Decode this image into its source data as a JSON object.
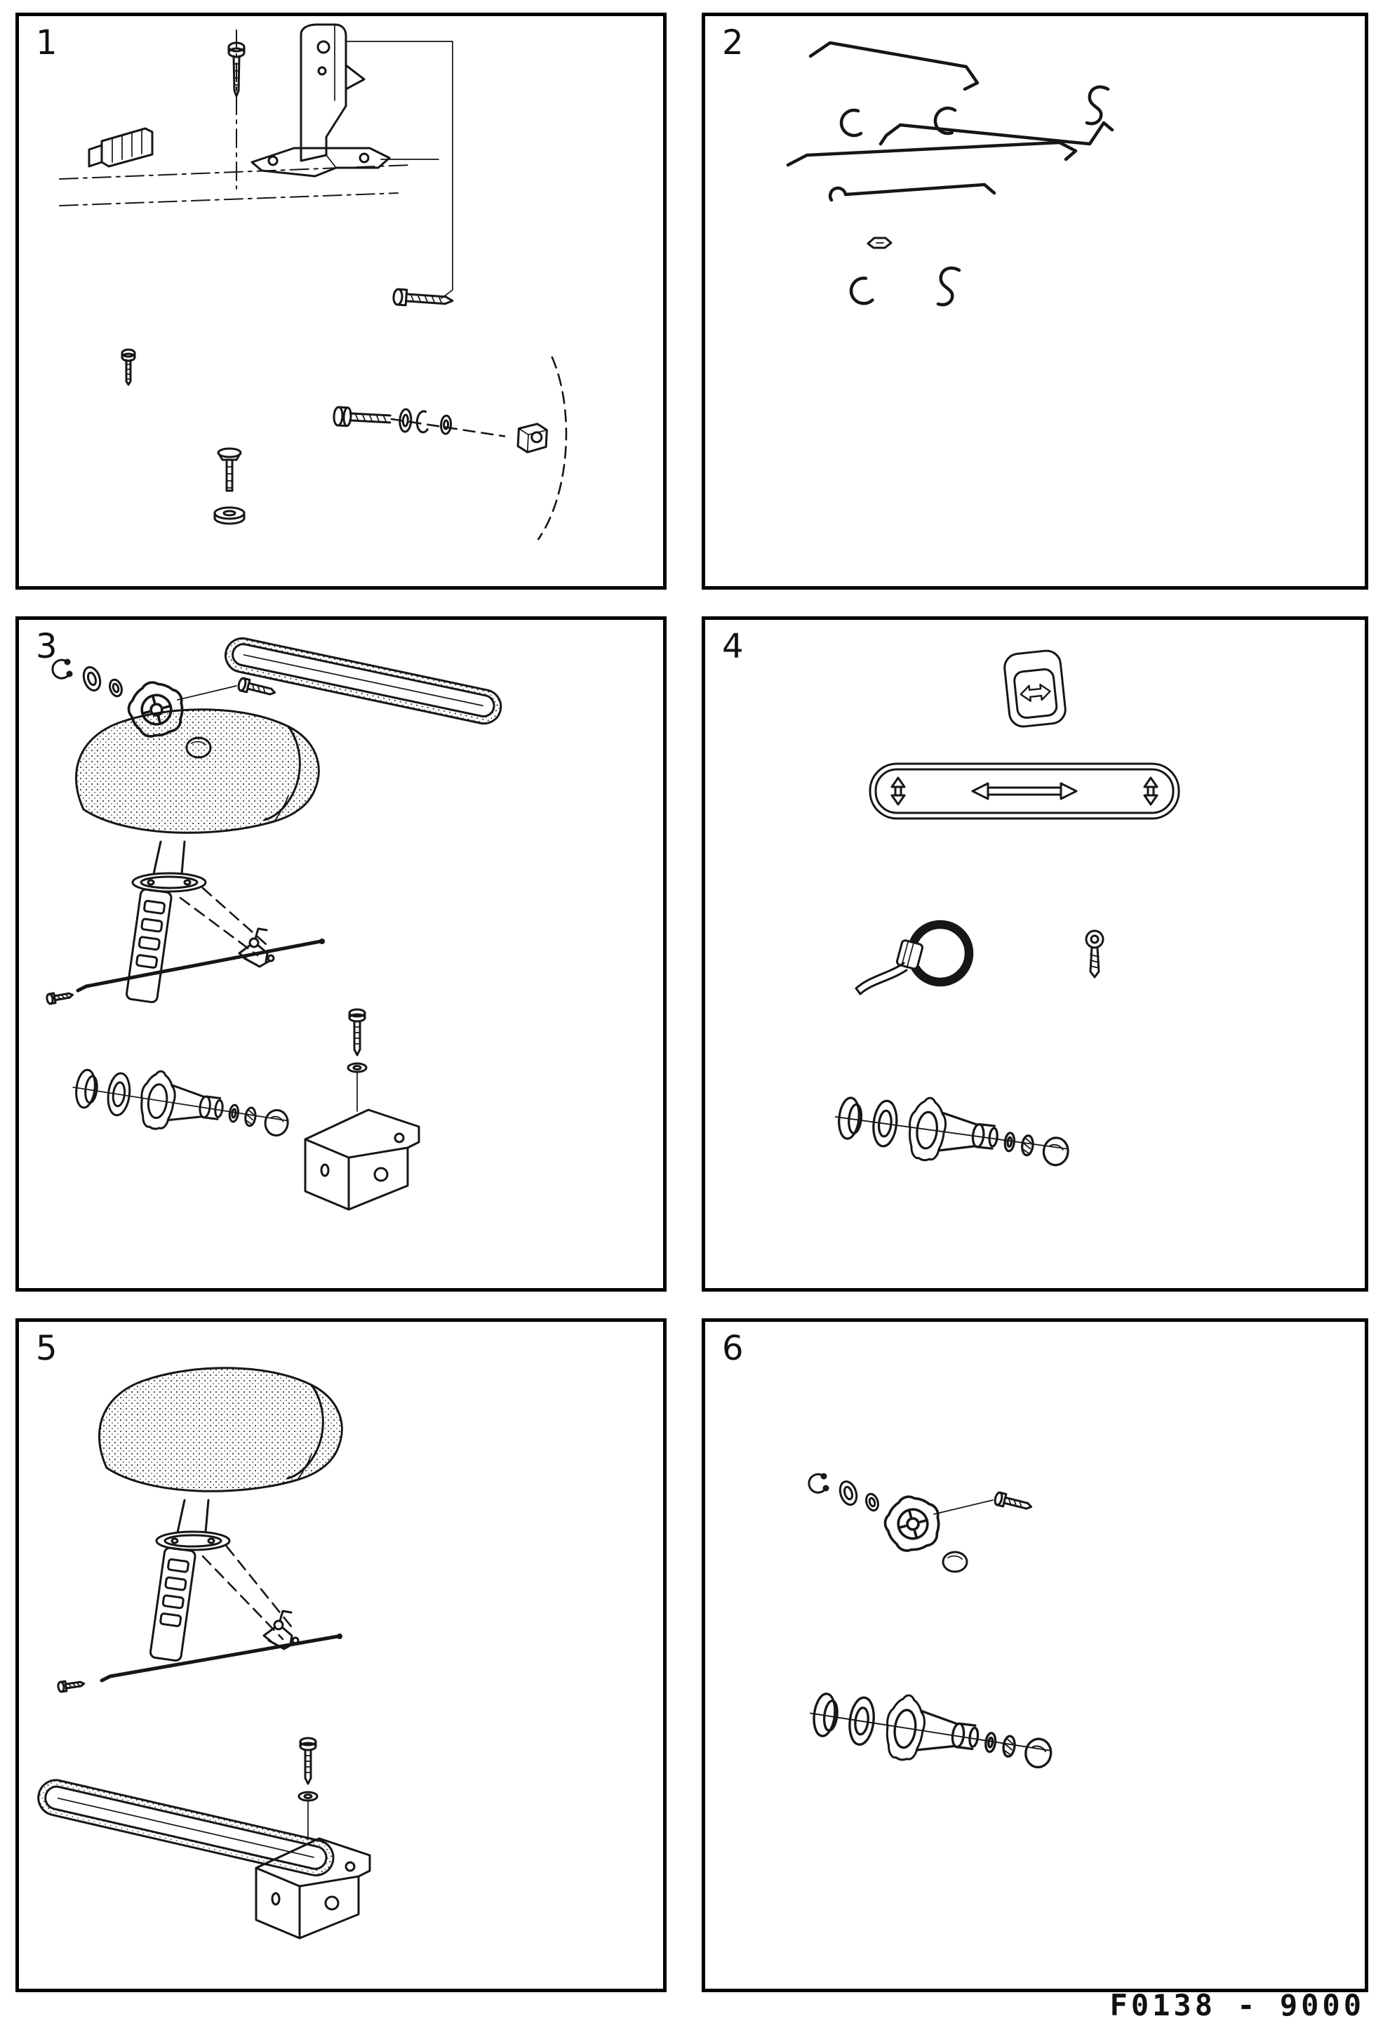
{
  "page": {
    "figure_code": "F0138 - 9000",
    "colors": {
      "ink": "#161616",
      "paper": "#ffffff"
    }
  },
  "panels": [
    {
      "label": "1",
      "name": "bracket-and-fasteners"
    },
    {
      "label": "2",
      "name": "lock-rods-clips-and-hooks"
    },
    {
      "label": "3",
      "name": "head-restraint-front-seat"
    },
    {
      "label": "4",
      "name": "adjuster-button-trim-and-clamp"
    },
    {
      "label": "5",
      "name": "head-restraint-rear-seat"
    },
    {
      "label": "6",
      "name": "adjuster-knob-and-guide-sleeve"
    }
  ]
}
